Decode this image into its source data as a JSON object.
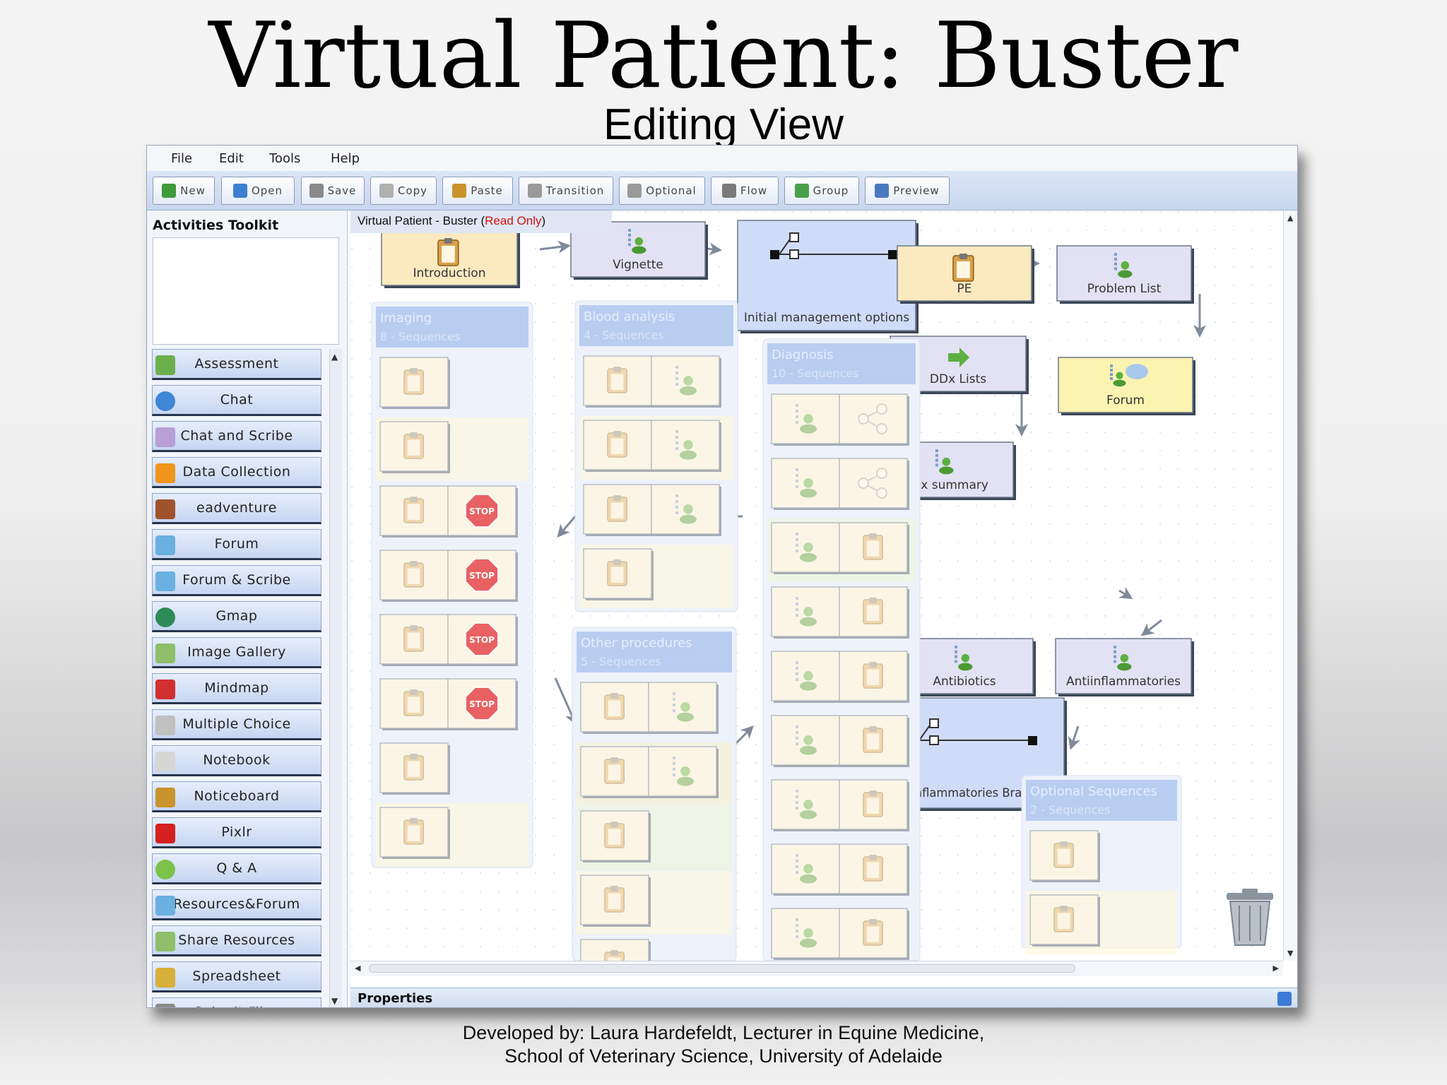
{
  "slide": {
    "title": "Virtual Patient: Buster",
    "subtitle": "Editing View",
    "credit_line1": "Developed by: Laura Hardefeldt, Lecturer in Equine Medicine,",
    "credit_line2": "School of Veterinary Science, University of Adelaide"
  },
  "menu": [
    "File",
    "Edit",
    "Tools",
    "Help"
  ],
  "toolbar": [
    {
      "label": "New",
      "icon": "new-icon",
      "color": "#3f9a3a"
    },
    {
      "label": "Open",
      "icon": "folder-icon",
      "color": "#3d7fd0"
    },
    {
      "label": "Save",
      "icon": "save-icon",
      "color": "#8a8a8a"
    },
    {
      "label": "Copy",
      "icon": "copy-icon",
      "color": "#b0b0b0"
    },
    {
      "label": "Paste",
      "icon": "paste-icon",
      "color": "#c9932e"
    },
    {
      "label": "Transition",
      "icon": "pencil-icon",
      "color": "#9a9a9a"
    },
    {
      "label": "Optional",
      "icon": "optional-icon",
      "color": "#9a9a9a"
    },
    {
      "label": "Flow",
      "icon": "flow-icon",
      "color": "#7a7a7a"
    },
    {
      "label": "Group",
      "icon": "group-icon",
      "color": "#4aa04a"
    },
    {
      "label": "Preview",
      "icon": "magnifier-icon",
      "color": "#4a78c0"
    }
  ],
  "sidebar": {
    "title": "Activities Toolkit",
    "items": [
      {
        "label": "Assessment",
        "icon": "assessment-icon",
        "color": "#6cb04e"
      },
      {
        "label": "Chat",
        "icon": "chat-bubble-icon",
        "color": "#3f86d6"
      },
      {
        "label": "Chat and Scribe",
        "icon": "chat-scribe-icon",
        "color": "#b8a0d6"
      },
      {
        "label": "Data Collection",
        "icon": "data-collection-icon",
        "color": "#f0961c"
      },
      {
        "label": "eadventure",
        "icon": "eadventure-icon",
        "color": "#a0522d"
      },
      {
        "label": "Forum",
        "icon": "forum-icon",
        "color": "#6ab0e0"
      },
      {
        "label": "Forum & Scribe",
        "icon": "forum-scribe-icon",
        "color": "#6ab0e0"
      },
      {
        "label": "Gmap",
        "icon": "globe-icon",
        "color": "#2e8b57"
      },
      {
        "label": "Image Gallery",
        "icon": "image-gallery-icon",
        "color": "#8fbf6a"
      },
      {
        "label": "Mindmap",
        "icon": "mindmap-icon",
        "color": "#d03030"
      },
      {
        "label": "Multiple Choice",
        "icon": "multiple-choice-icon",
        "color": "#c0c0c0"
      },
      {
        "label": "Notebook",
        "icon": "notebook-icon",
        "color": "#d6d6d6"
      },
      {
        "label": "Noticeboard",
        "icon": "noticeboard-icon",
        "color": "#c9932e"
      },
      {
        "label": "Pixlr",
        "icon": "pixlr-icon",
        "color": "#d42020"
      },
      {
        "label": "Q & A",
        "icon": "qa-icon",
        "color": "#7cc24a"
      },
      {
        "label": "Resources&Forum",
        "icon": "resources-forum-icon",
        "color": "#6ab0e0"
      },
      {
        "label": "Share Resources",
        "icon": "share-resources-icon",
        "color": "#8fbf6a"
      },
      {
        "label": "Spreadsheet",
        "icon": "spreadsheet-icon",
        "color": "#d6b03a"
      },
      {
        "label": "Submit Files",
        "icon": "submit-files-icon",
        "color": "#8a8a8a"
      }
    ]
  },
  "canvas": {
    "tab_prefix": "Virtual Patient - Buster (",
    "tab_readonly": "Read Only",
    "tab_suffix": ")",
    "activities": {
      "introduction": "Introduction",
      "vignette": "Vignette",
      "initial_mgmt": "Initial management options",
      "pe": "PE",
      "problem_list": "Problem List",
      "ddx_lists": "DDx Lists",
      "forum": "Forum",
      "ddx_summary": "DDx summary",
      "antibiotics": "Antibiotics",
      "antiinflammatories": "Antiinflammatories",
      "antiinf_branching": "antiinflammatories Branching"
    },
    "groups": {
      "imaging": {
        "title": "Imaging",
        "subtitle": "8 - Sequences"
      },
      "blood": {
        "title": "Blood analysis",
        "subtitle": "4 - Sequences"
      },
      "diagnosis": {
        "title": "Diagnosis",
        "subtitle": "10 - Sequences"
      },
      "other": {
        "title": "Other procedures",
        "subtitle": "5 - Sequences"
      },
      "optional": {
        "title": "Optional Sequences",
        "subtitle": "2 - Sequences"
      }
    },
    "stop_label": "STOP"
  },
  "properties": {
    "label": "Properties"
  }
}
